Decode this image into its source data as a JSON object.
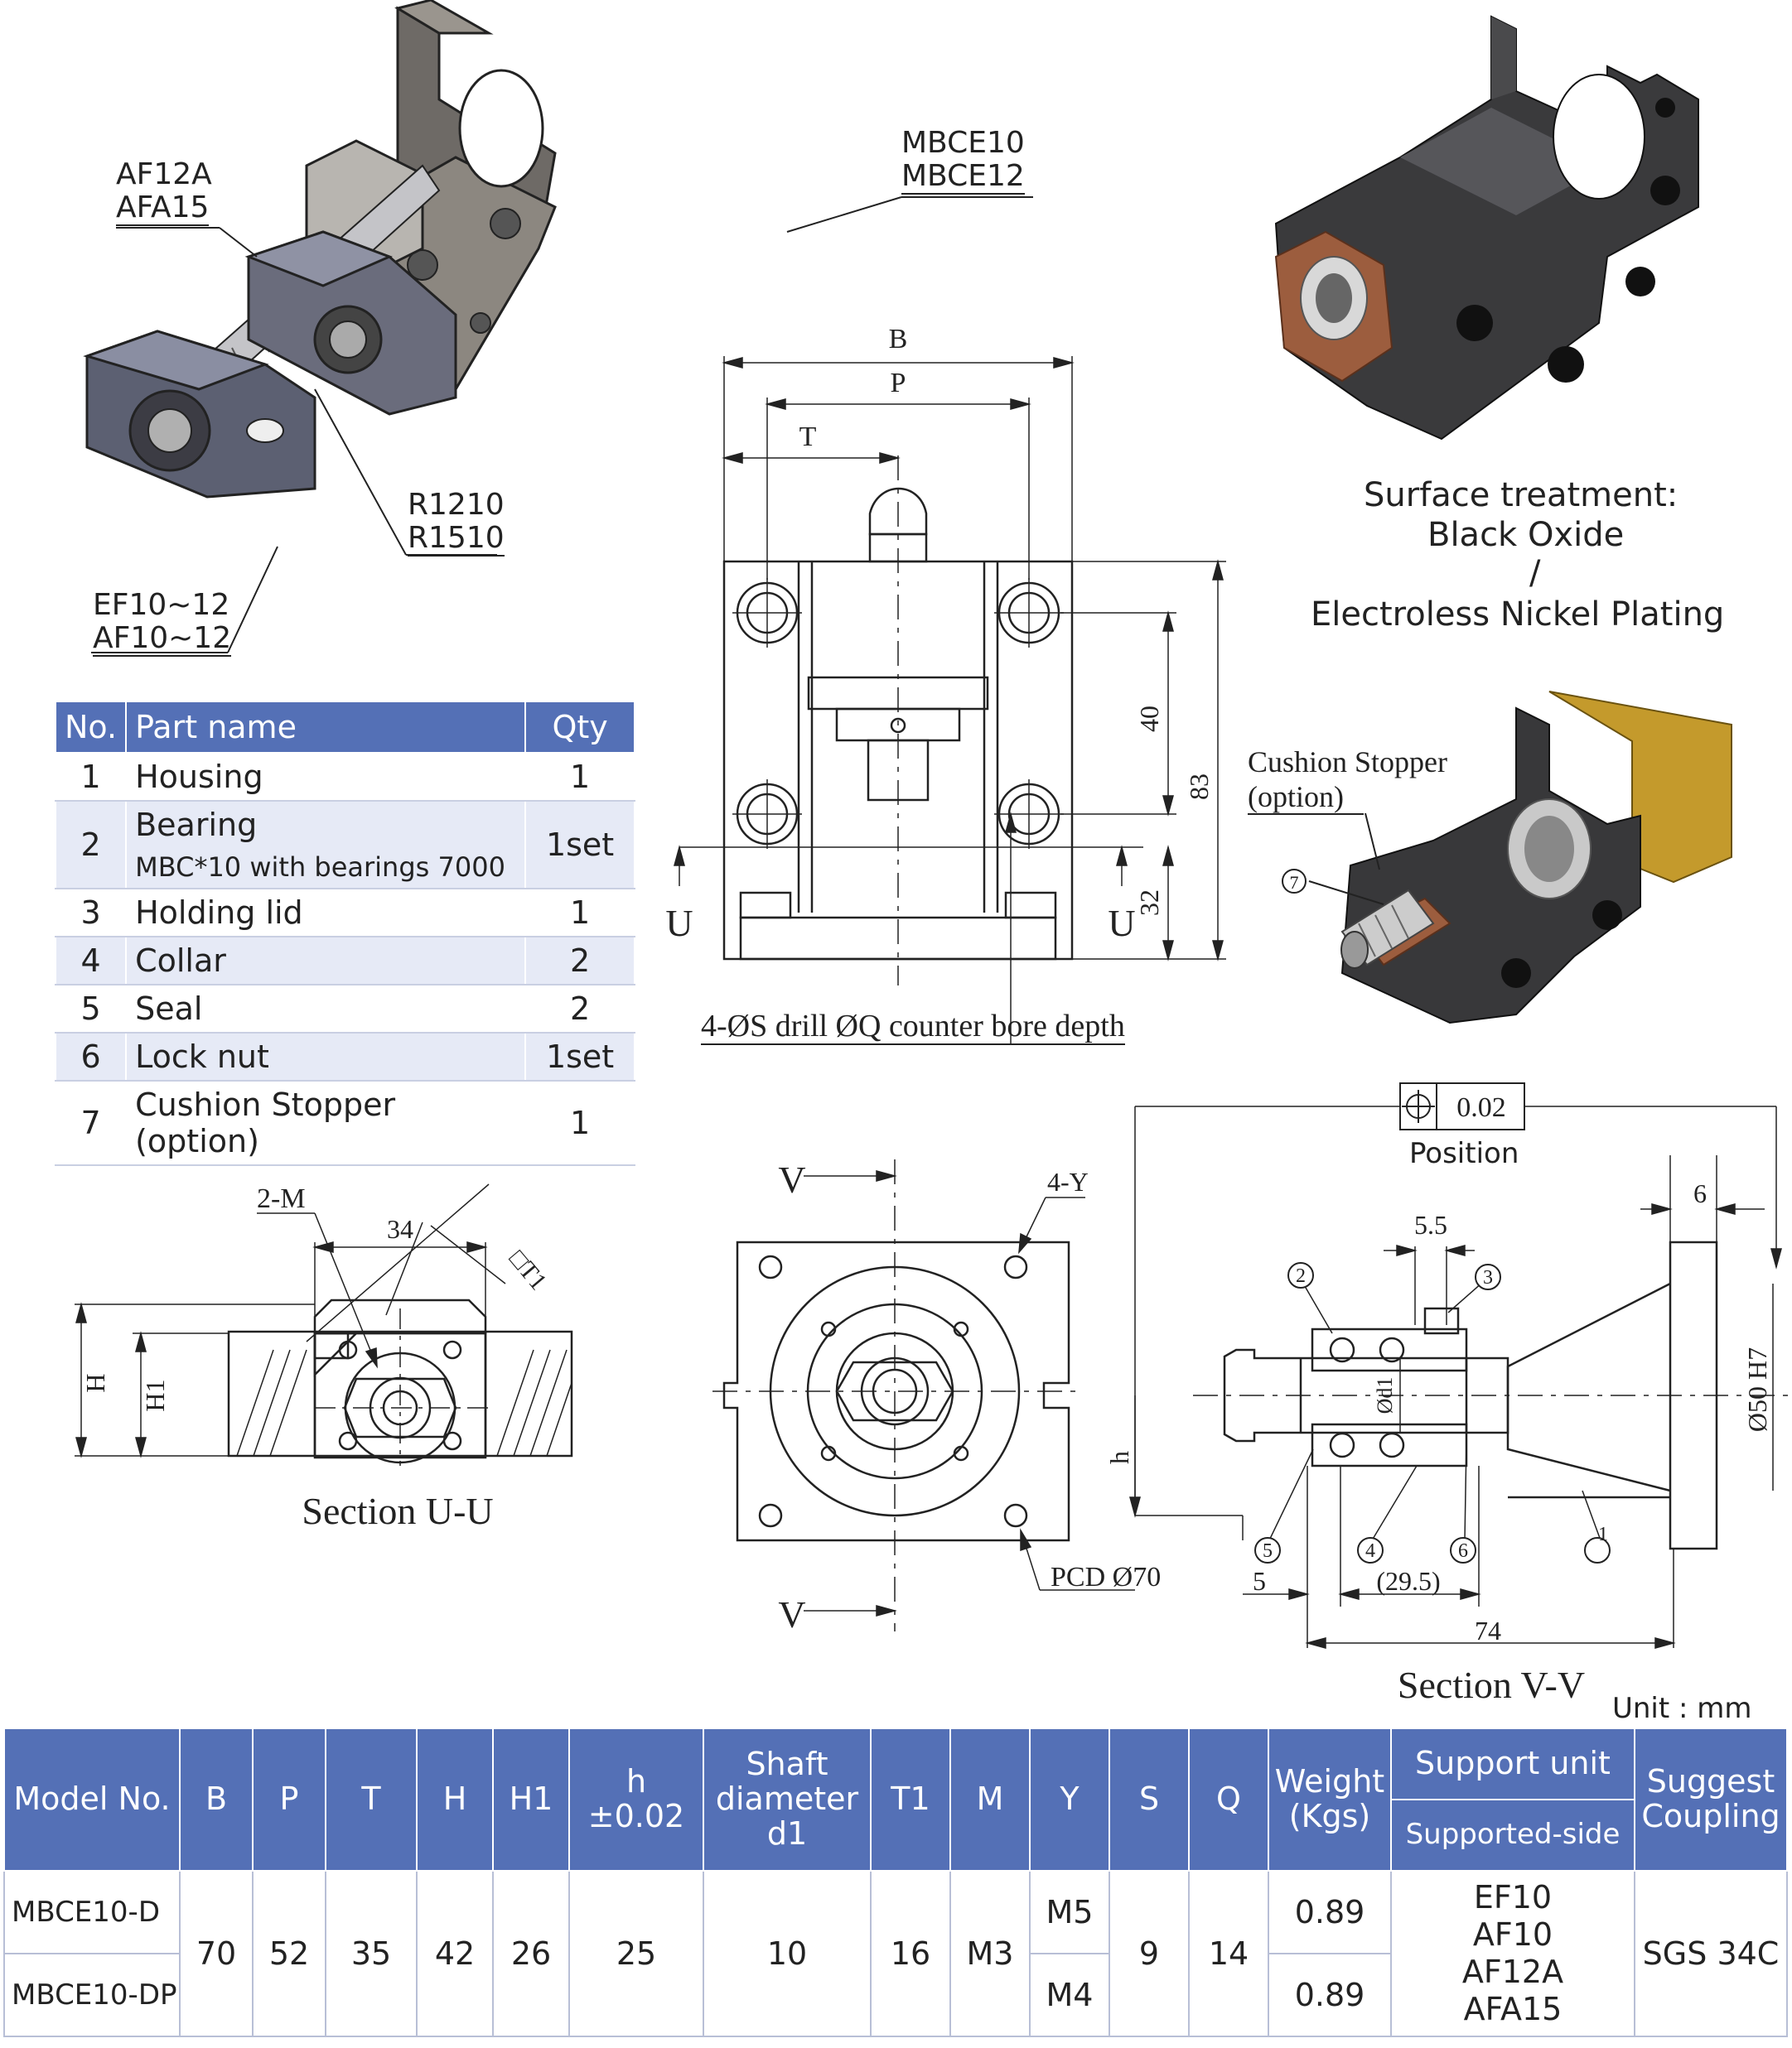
{
  "callouts": {
    "af12a": "AF12A",
    "afa15": "AFA15",
    "mbce10": "MBCE10",
    "mbce12": "MBCE12",
    "r1210": "R1210",
    "r1510": "R1510",
    "ef10_12": "EF10~12",
    "af10_12": "AF10~12"
  },
  "surface": {
    "heading": "Surface treatment:",
    "black_oxide": "Black Oxide",
    "slash": "/",
    "nickel": "Electroless Nickel Plating"
  },
  "cushion": {
    "line1": "Cushion Stopper",
    "line2": "(option)",
    "num": "7"
  },
  "front_view": {
    "B": "B",
    "P": "P",
    "T": "T",
    "dim40": "40",
    "dim83": "83",
    "dim32": "32",
    "U_left": "U",
    "U_right": "U",
    "drill_note": "4-ØS drill ØQ counter bore depth"
  },
  "section_uu": {
    "title": "Section U-U",
    "m": "2-M",
    "dim34": "34",
    "t1": "□T1",
    "H": "H",
    "H1": "H1"
  },
  "back_view": {
    "V_top": "V",
    "V_bottom": "V",
    "y": "4-Y",
    "pcd": "PCD  Ø70"
  },
  "section_vv": {
    "title": "Section V-V",
    "position_tol": "0.02",
    "position_label": "Position",
    "dim6": "6",
    "dim55": "5.5",
    "phi50": "Ø50 H7",
    "phid1": "Ød1",
    "h": "h",
    "dim5": "5",
    "dim295": "(29.5)",
    "dim74": "74",
    "balloons": [
      "1",
      "2",
      "3",
      "4",
      "5",
      "6"
    ]
  },
  "unit": "Unit : mm",
  "parts_table": {
    "headers": {
      "no": "No.",
      "name": "Part name",
      "qty": "Qty"
    },
    "rows": [
      {
        "no": "1",
        "name": "Housing",
        "qty": "1"
      },
      {
        "no": "2",
        "name": "Bearing",
        "sub": "MBC*10 with bearings 7000",
        "qty": "1set"
      },
      {
        "no": "3",
        "name": "Holding lid",
        "qty": "1"
      },
      {
        "no": "4",
        "name": "Collar",
        "qty": "2"
      },
      {
        "no": "5",
        "name": "Seal",
        "qty": "2"
      },
      {
        "no": "6",
        "name": "Lock nut",
        "qty": "1set"
      },
      {
        "no": "7",
        "name": "Cushion Stopper (option)",
        "qty": "1"
      }
    ]
  },
  "spec_table": {
    "headers": {
      "model": "Model No.",
      "B": "B",
      "P": "P",
      "T": "T",
      "H": "H",
      "H1": "H1",
      "h1": "h",
      "h2": "±0.02",
      "shaft1": "Shaft",
      "shaft2": "diameter",
      "shaft3": "d1",
      "T1": "T1",
      "M": "M",
      "Y": "Y",
      "S": "S",
      "Q": "Q",
      "weight1": "Weight",
      "weight2": "(Kgs)",
      "support": "Support unit",
      "supported": "Supported-side",
      "coupling1": "Suggest",
      "coupling2": "Coupling"
    },
    "shared": {
      "B": "70",
      "P": "52",
      "T": "35",
      "H": "42",
      "H1": "26",
      "h": "25",
      "d1": "10",
      "T1": "16",
      "M": "M3",
      "S": "9",
      "Q": "14",
      "support": [
        "EF10",
        "AF10",
        "AF12A",
        "AFA15"
      ],
      "coupling": "SGS 34C"
    },
    "rows": [
      {
        "model": "MBCE10-D",
        "Y": "M5",
        "weight": "0.89"
      },
      {
        "model": "MBCE10-DP",
        "Y": "M4",
        "weight": "0.89"
      }
    ]
  }
}
